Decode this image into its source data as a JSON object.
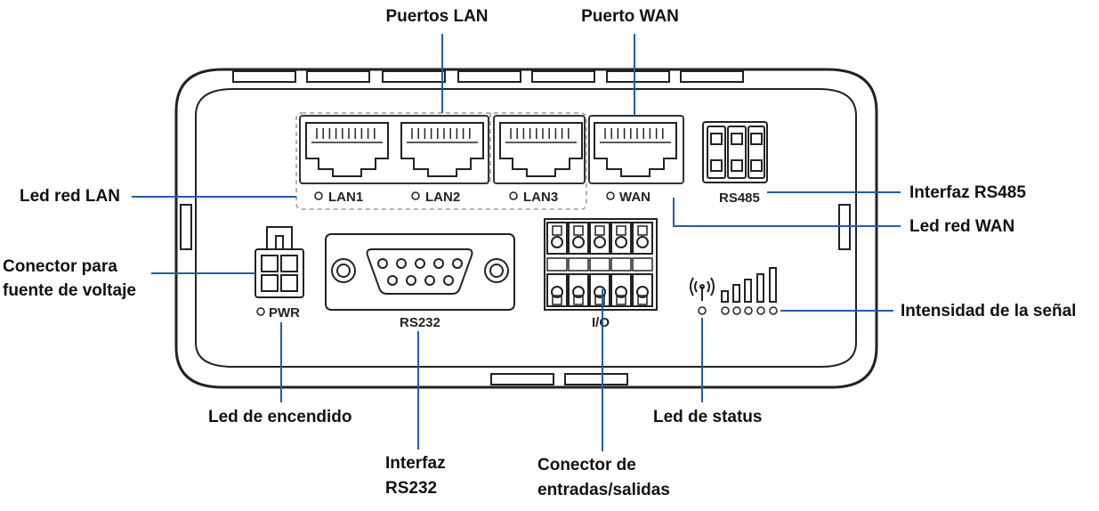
{
  "callouts": {
    "lan_ports": "Puertos LAN",
    "wan_port": "Puerto WAN",
    "lan_led": "Led red LAN",
    "rs485": "Interfaz RS485",
    "wan_led": "Led red WAN",
    "power_connector_line1": "Conector para",
    "power_connector_line2": "fuente de voltaje",
    "signal_strength": "Intensidad de la señal",
    "power_led": "Led de encendido",
    "status_led": "Led de status",
    "rs232_line1": "Interfaz",
    "rs232_line2": "RS232",
    "io_line1": "Conector de",
    "io_line2": "entradas/salidas"
  },
  "device_labels": {
    "lan1": "LAN1",
    "lan2": "LAN2",
    "lan3": "LAN3",
    "wan": "WAN",
    "rs485": "RS485",
    "pwr": "PWR",
    "rs232": "RS232",
    "io": "I/O"
  },
  "colors": {
    "leader_line": "#1f5fa8",
    "device_outline": "#222222"
  }
}
